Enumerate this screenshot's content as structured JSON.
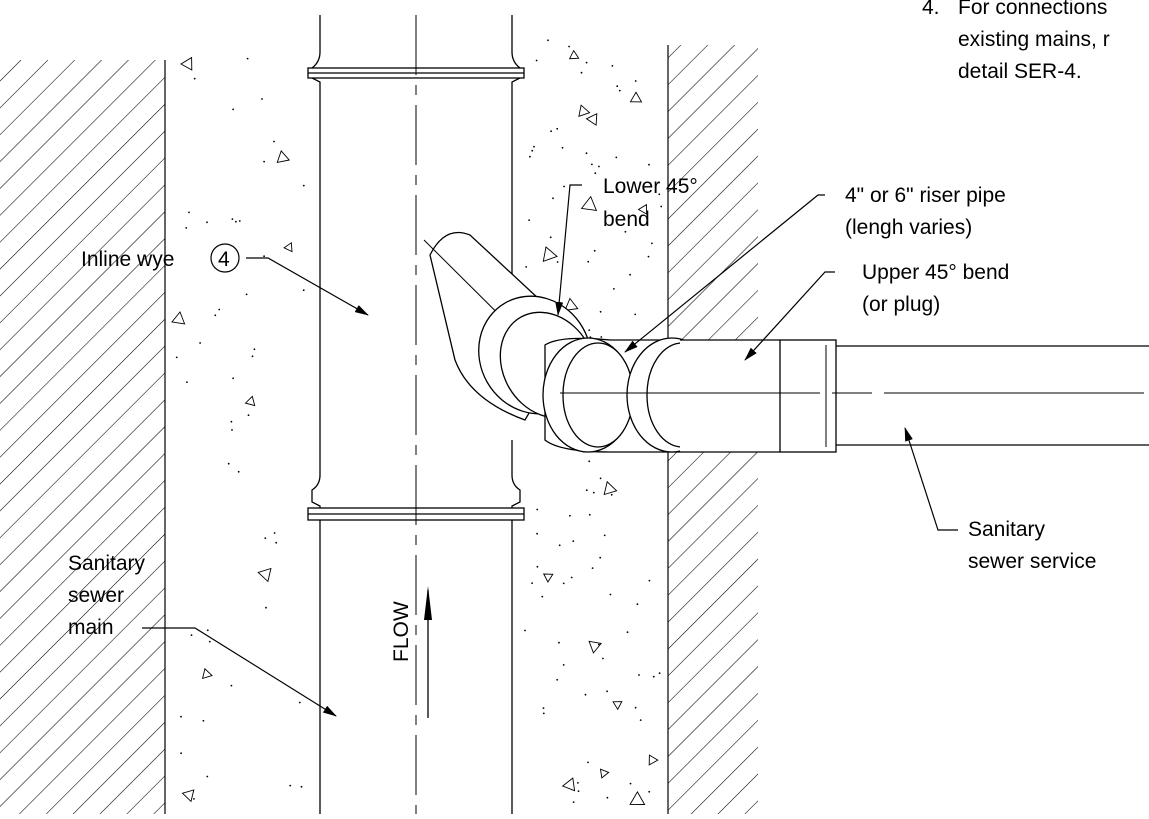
{
  "note": {
    "number": "4.",
    "lines": [
      "For connections",
      "existing mains, r",
      "detail SER-4."
    ]
  },
  "labels": {
    "lower_bend": [
      "Lower 45°",
      "bend"
    ],
    "riser_pipe": [
      "4\" or 6\" riser pipe",
      "(lengh varies)"
    ],
    "upper_bend": [
      "Upper 45° bend",
      "(or plug)"
    ],
    "inline_wye": "Inline wye",
    "inline_wye_ref": "4",
    "service": [
      "Sanitary",
      "sewer service"
    ],
    "main": [
      "Sanitary",
      "sewer",
      "main"
    ],
    "flow": "FLOW"
  }
}
